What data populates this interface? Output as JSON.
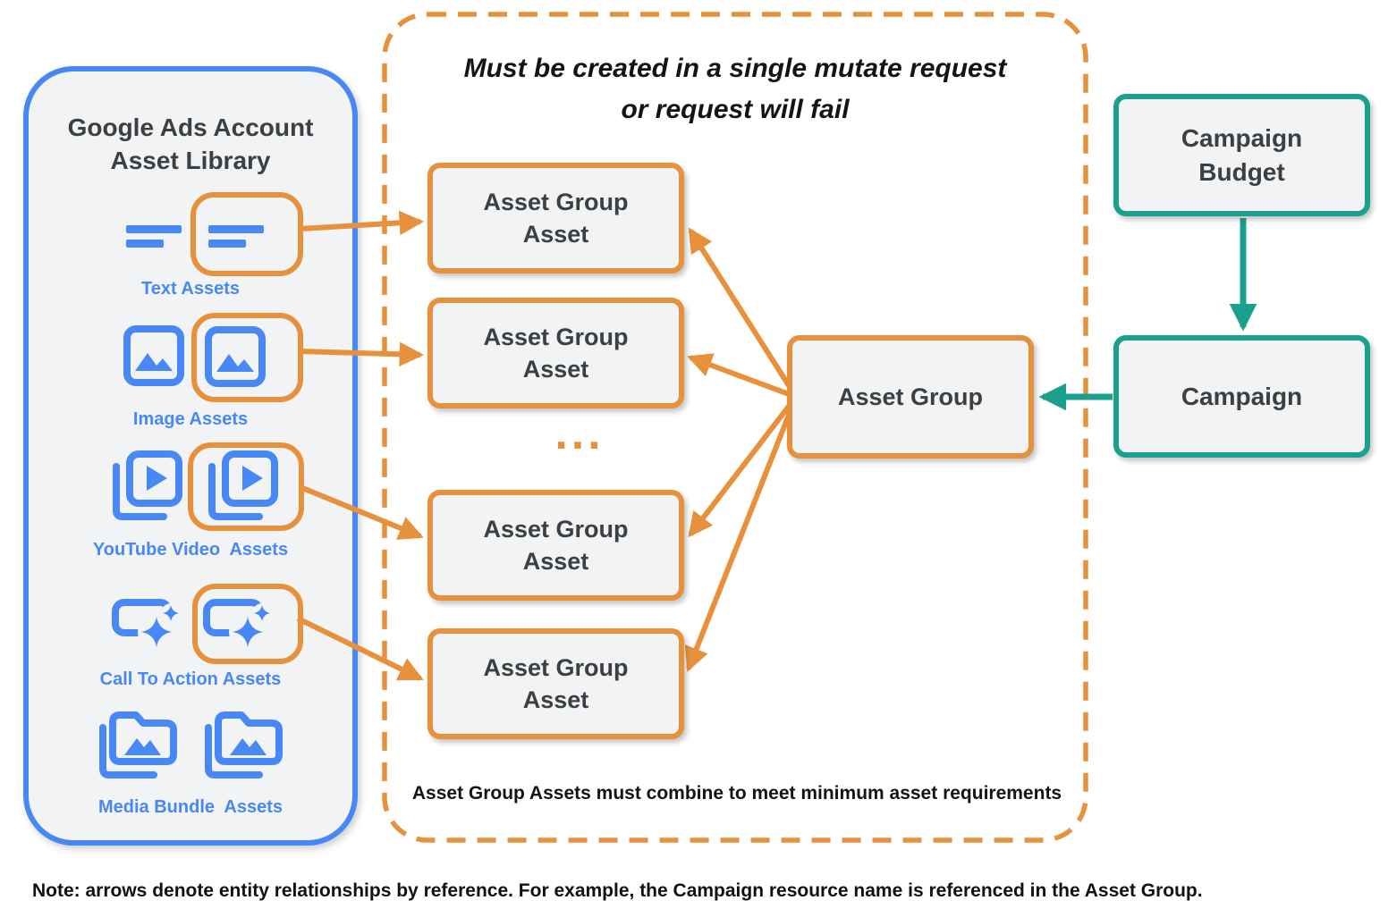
{
  "library": {
    "title": "Google Ads Account\nAsset Library",
    "items": [
      {
        "label": "Text Assets"
      },
      {
        "label": "Image Assets"
      },
      {
        "label": "YouTube Video  Assets"
      },
      {
        "label": "Call To Action Assets"
      },
      {
        "label": "Media Bundle  Assets"
      }
    ]
  },
  "mutate_container": {
    "title": "Must be created in a single mutate request\nor request will fail",
    "asset_group_asset_label": "Asset Group\nAsset",
    "ellipsis": "...",
    "asset_group_label": "Asset Group",
    "footnote": "Asset Group Assets must combine to meet minimum asset requirements"
  },
  "campaign_column": {
    "budget_label": "Campaign\nBudget",
    "campaign_label": "Campaign"
  },
  "note": "Note: arrows denote entity relationships by reference. For example, the Campaign resource name is referenced in the Asset Group.",
  "colors": {
    "orange": "#E8913C",
    "blue": "#4788F4",
    "teal": "#1AA08C",
    "box_fill": "#F1F3F4",
    "text_dark": "#3C4043"
  }
}
